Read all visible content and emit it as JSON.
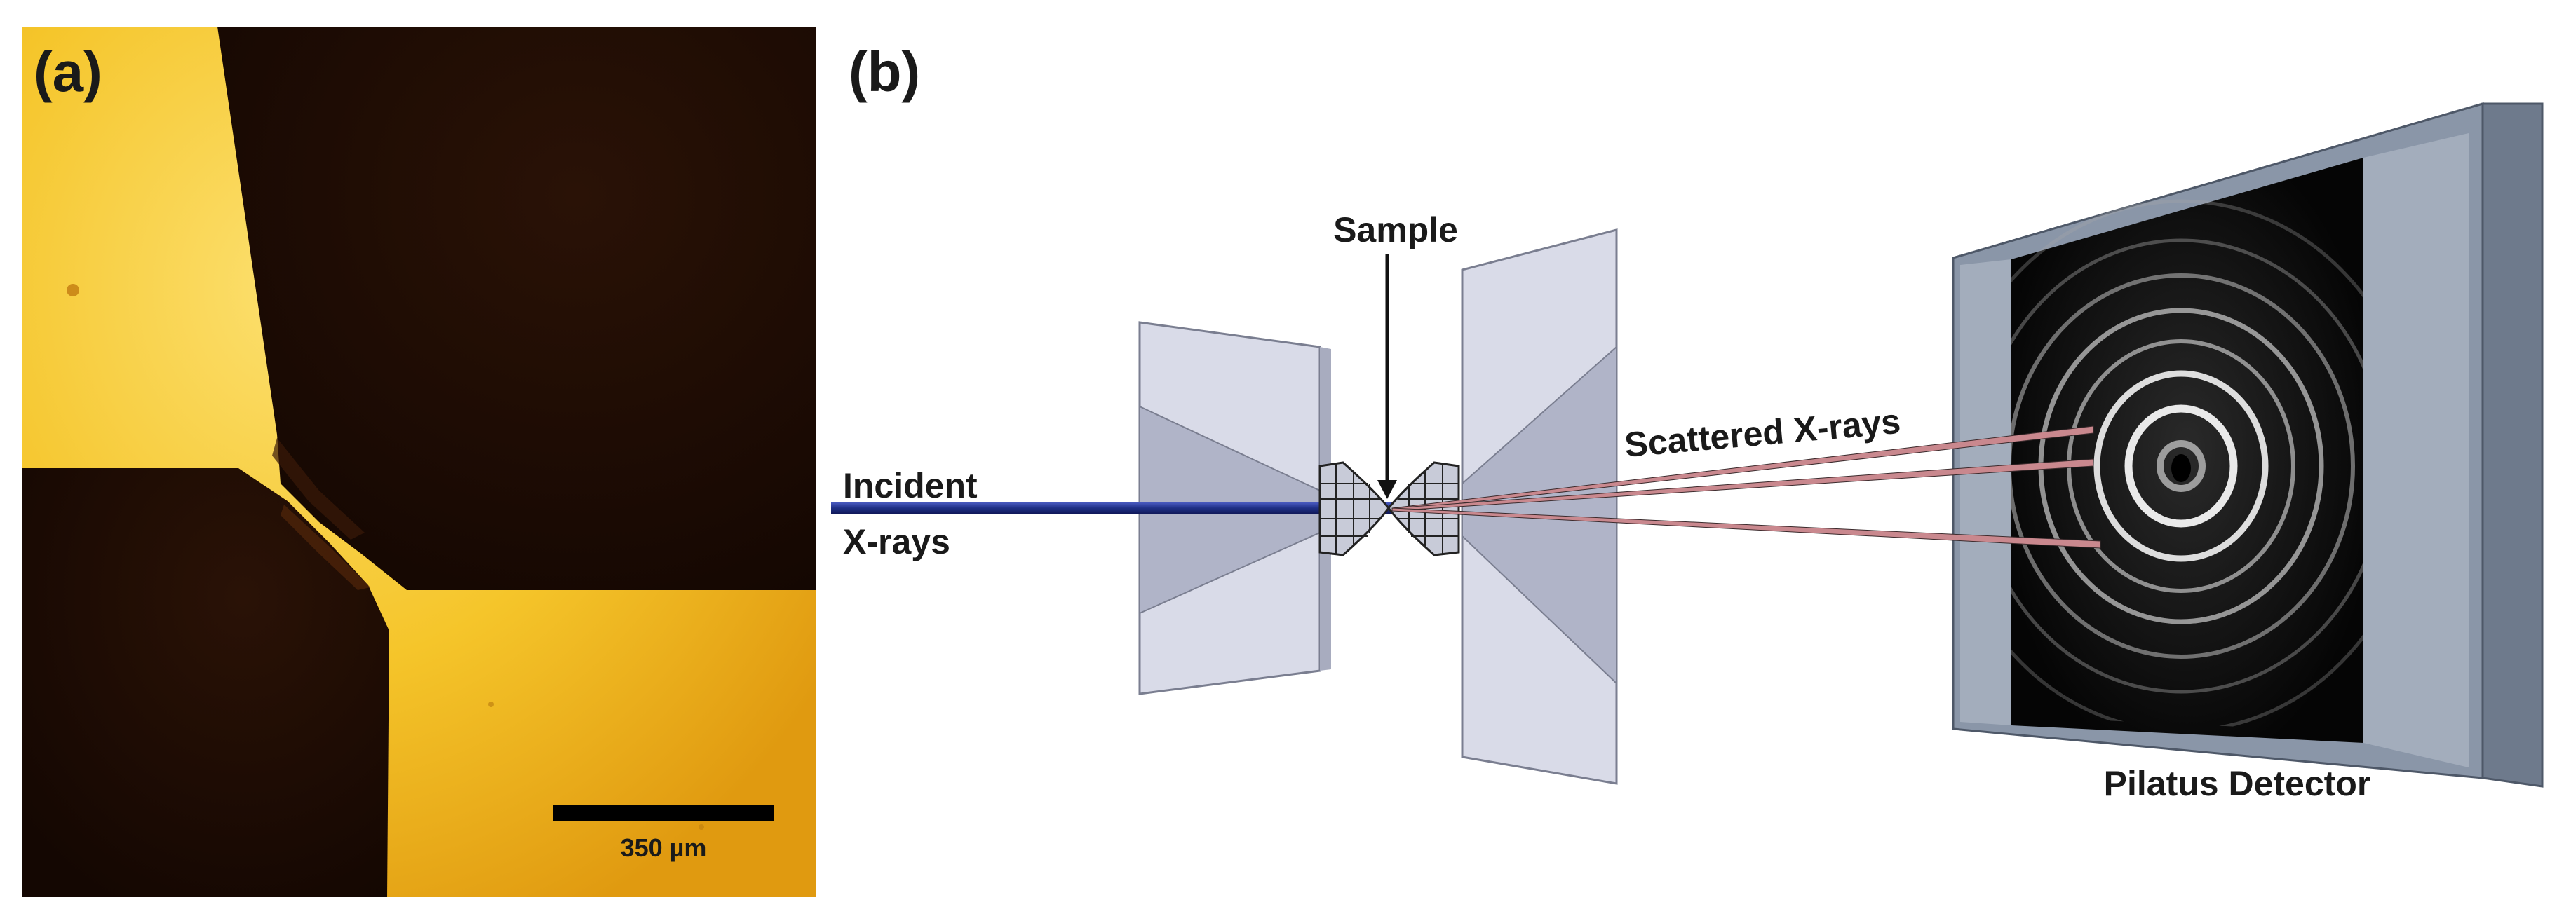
{
  "panels": {
    "a": {
      "label": "(a)",
      "scale_bar_label": "350 µm"
    },
    "b": {
      "label": "(b)",
      "sample_label": "Sample",
      "incident_label_line1": "Incident",
      "incident_label_line2": "X-rays",
      "scattered_label": "Scattered X-rays",
      "detector_label": "Pilatus Detector"
    }
  },
  "colors": {
    "micrograph_gold": "#f5c52a",
    "micrograph_dark": "#1c0b04",
    "incident_beam": "#1f2f85",
    "scattered_beam": "#c9888e",
    "anvil_fill": "#d6d8e6",
    "anvil_cone": "#aeb2c6",
    "detector_frame": "#8a96a8",
    "detector_screen": "#0a0a0a",
    "diffraction_ring": "#e8e8e8"
  }
}
